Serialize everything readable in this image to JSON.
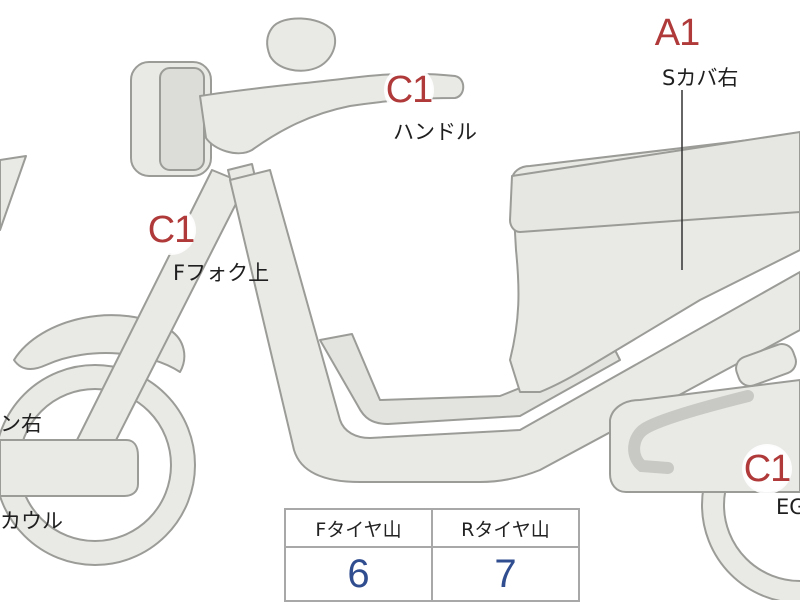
{
  "colors": {
    "body_fill": "#e9e9e6",
    "body_stroke": "#9b9b98",
    "marker_text": "#b03a3a",
    "table_value": "#2f4d8f"
  },
  "markers": [
    {
      "grade": "A1",
      "part": "Sカバ右"
    },
    {
      "grade": "C1",
      "part": "ハンドル"
    },
    {
      "grade": "C1",
      "part": "Fフォク上"
    },
    {
      "grade": "C1",
      "part": "EG"
    }
  ],
  "partial_labels": {
    "left_cover": "ン右",
    "cowl": "カウル"
  },
  "tire_table": {
    "headers": [
      "Fタイヤ山",
      "Rタイヤ山"
    ],
    "values": [
      "6",
      "7"
    ]
  }
}
